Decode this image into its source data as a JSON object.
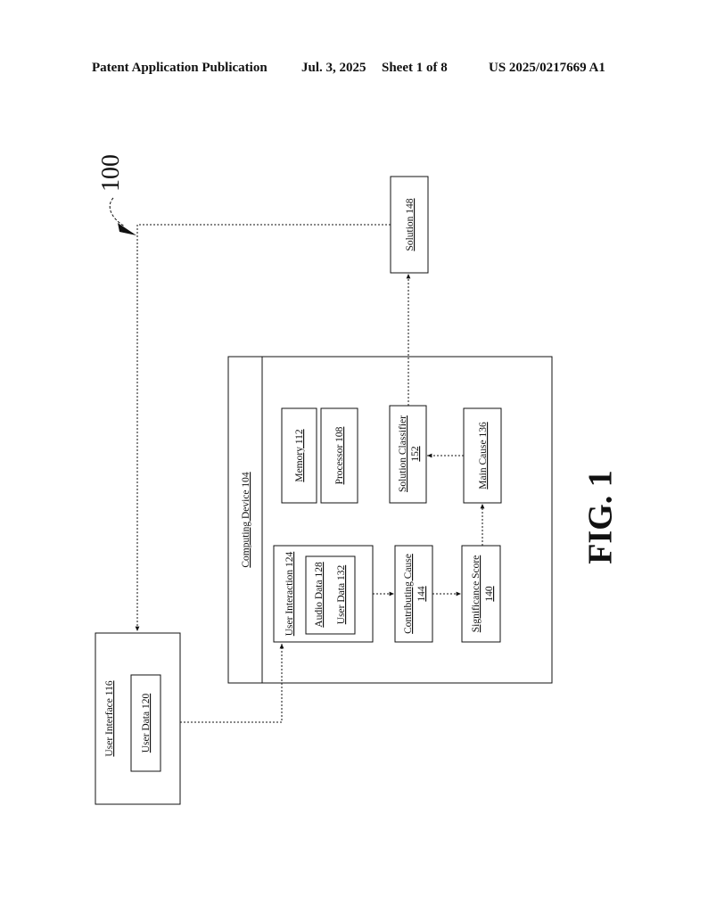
{
  "header": {
    "publication": "Patent Application Publication",
    "date": "Jul. 3, 2025",
    "sheet": "Sheet 1 of 8",
    "number": "US 2025/0217669 A1"
  },
  "figure": {
    "reference": "100",
    "caption": "FIG. 1"
  },
  "blocks": {
    "user_interface": "User Interface 116",
    "user_data_120": "User Data 120",
    "computing_device": "Computing Device 104",
    "user_interaction": "User Interaction 124",
    "audio_data": "Audio Data 128",
    "user_data_132": "User Data 132",
    "memory": "Memory 112",
    "processor": "Processor 108",
    "contributing_cause": [
      "Contributing Cause",
      "144"
    ],
    "significance_score": [
      "Significance Score",
      "140"
    ],
    "main_cause": "Main Cause 136",
    "solution_classifier": [
      "Solution Classifier",
      "152"
    ],
    "solution": "Solution 148"
  }
}
